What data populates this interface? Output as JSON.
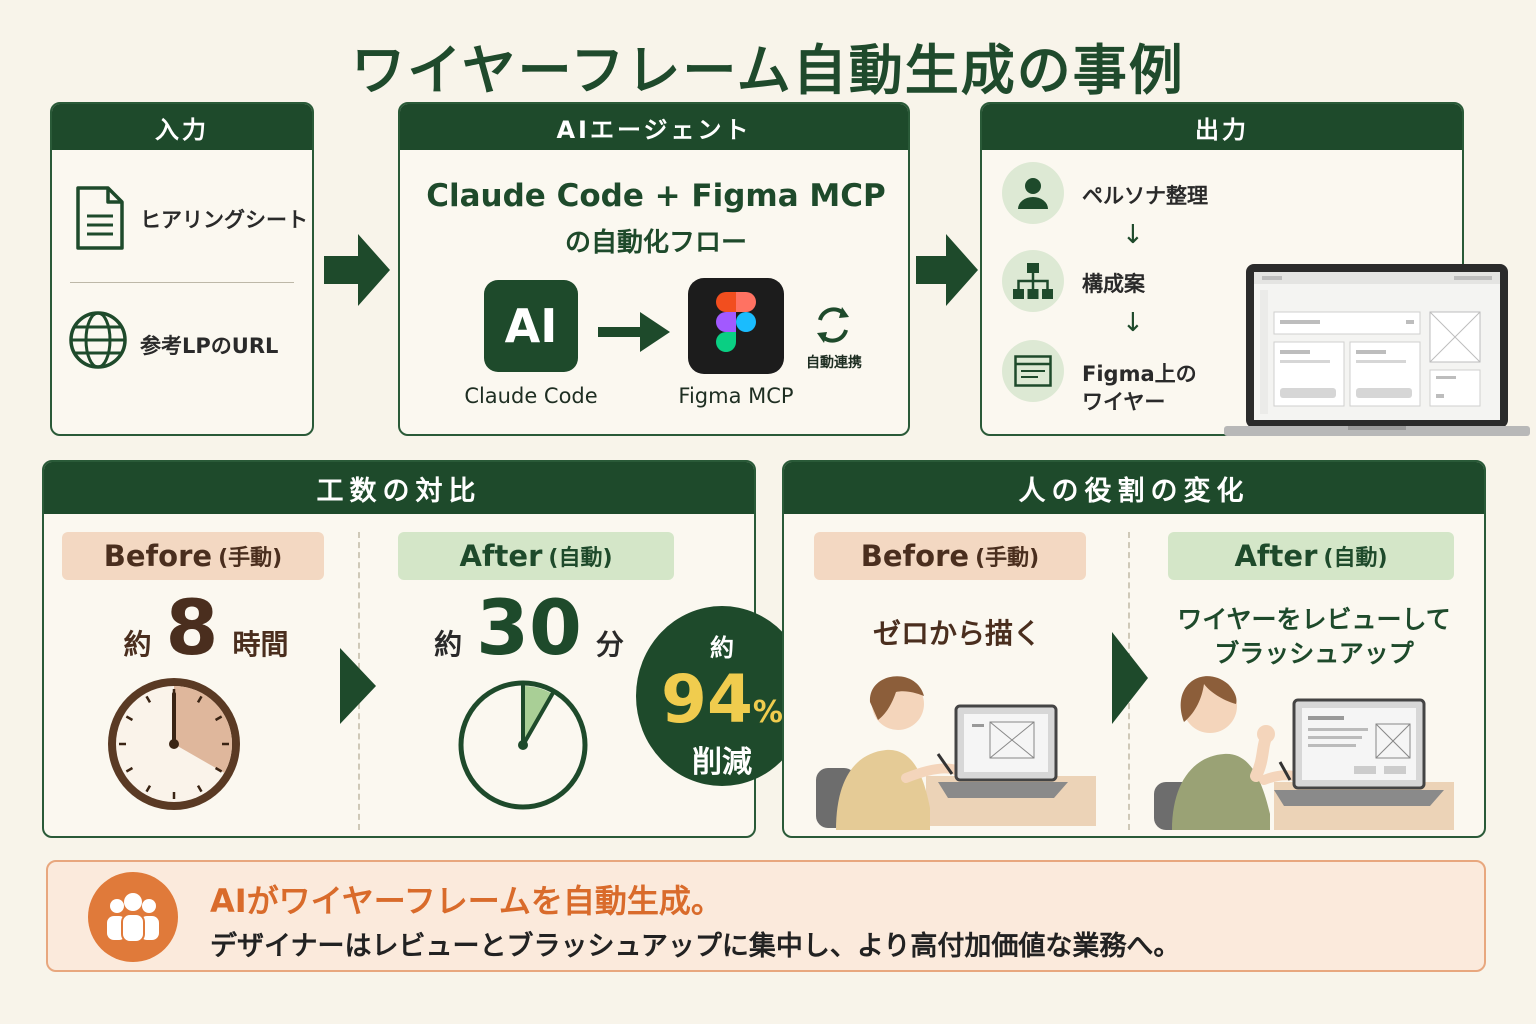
{
  "title": "ワイヤーフレーム自動生成の事例",
  "input": {
    "header": "入力",
    "items": [
      {
        "label": "ヒアリングシート",
        "icon": "document-icon"
      },
      {
        "label": "参考LPのURL",
        "icon": "globe-icon"
      }
    ]
  },
  "agent": {
    "header": "AIエージェント",
    "heading_line1": "Claude Code + Figma MCP",
    "heading_line2": "の自動化フロー",
    "ai_logo": "AI",
    "claude_label": "Claude Code",
    "figma_label": "Figma MCP",
    "sync_label": "自動連携"
  },
  "output": {
    "header": "出力",
    "steps": [
      {
        "label": "ペルソナ整理",
        "icon": "person-icon"
      },
      {
        "label": "構成案",
        "icon": "sitemap-icon"
      },
      {
        "label_line1": "Figma上の",
        "label_line2": "ワイヤー",
        "icon": "wireframe-icon"
      }
    ],
    "arrow": "↓"
  },
  "effort": {
    "header": "工数の対比",
    "before_label": "Before",
    "before_sub": "(手動)",
    "after_label": "After",
    "after_sub": "(自動)",
    "before_prefix": "約",
    "before_value": "8",
    "before_unit": "時間",
    "after_prefix": "約",
    "after_value": "30",
    "after_unit": "分",
    "badge_prefix": "約",
    "badge_value": "94",
    "badge_percent": "%",
    "badge_suffix": "削減",
    "before_clock_fraction": 0.333,
    "after_clock_fraction": 0.083
  },
  "role": {
    "header": "人の役割の変化",
    "before_label": "Before",
    "before_sub": "(手動)",
    "after_label": "After",
    "after_sub": "(自動)",
    "before_desc": "ゼロから描く",
    "after_desc_line1": "ワイヤーをレビューして",
    "after_desc_line2": "ブラッシュアップ"
  },
  "summary": {
    "line1": "AIがワイヤーフレームを自動生成。",
    "line2": "デザイナーはレビューとブラッシュアップに集中し、より高付加価値な業務へ。",
    "icon": "team-icon"
  },
  "colors": {
    "dark_green": "#1e4a2b",
    "light_green": "#d4e6c8",
    "peach": "#f3d8c2",
    "orange": "#d96b2b",
    "brown": "#4a2e1e"
  }
}
